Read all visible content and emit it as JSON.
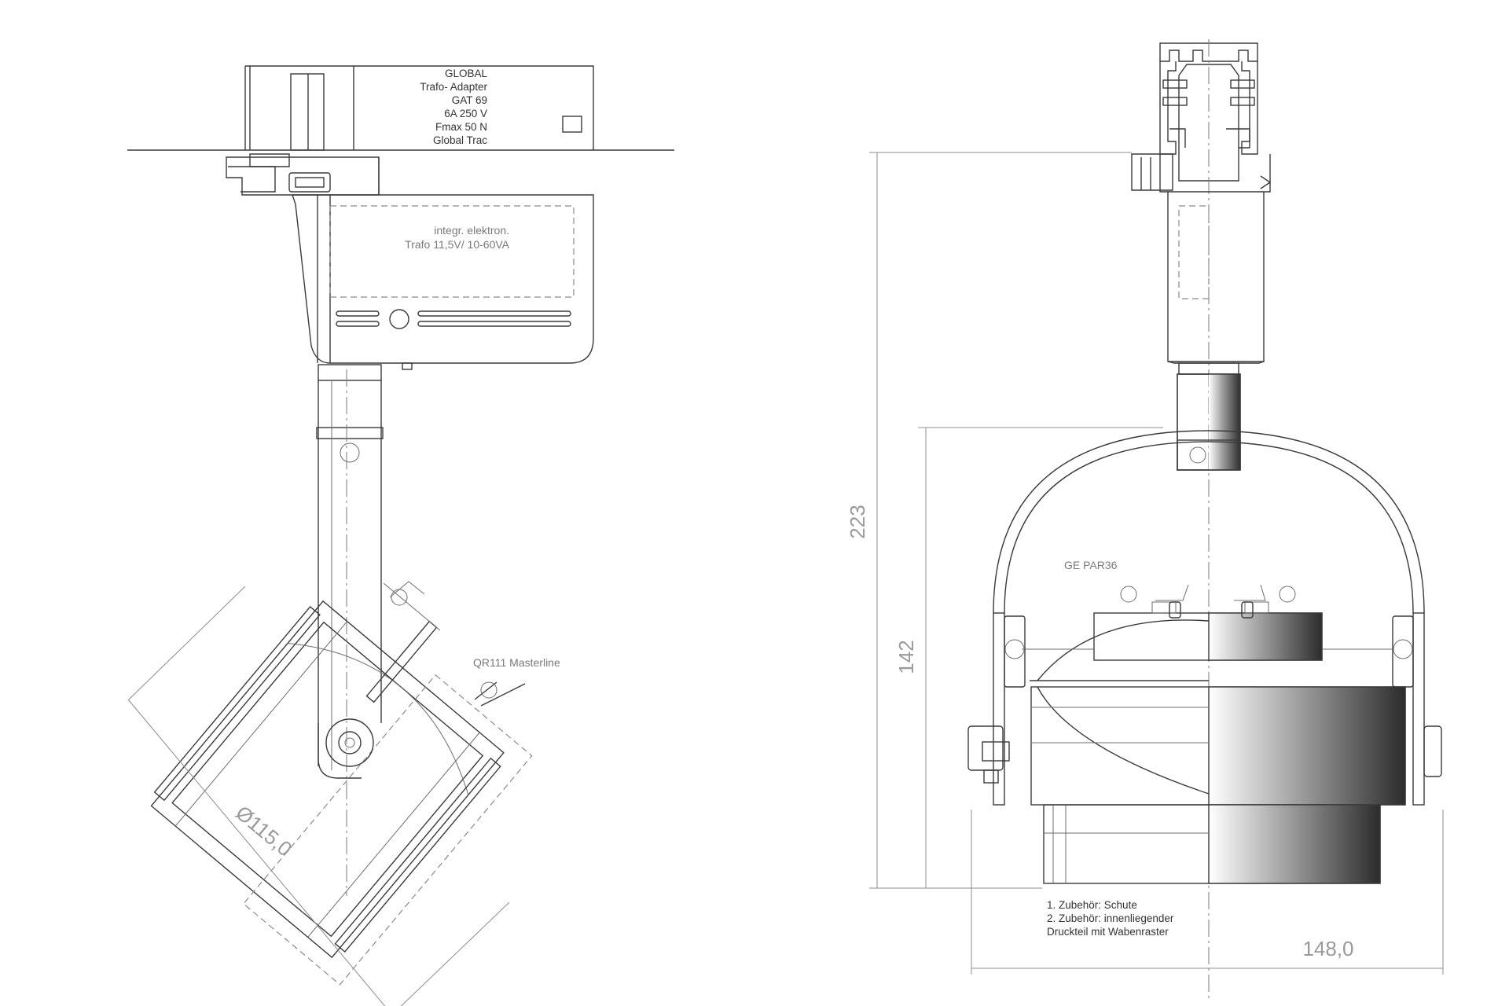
{
  "adapter_label": {
    "line1": "GLOBAL",
    "line2": "Trafo- Adapter",
    "line3": "GAT 69",
    "line4": "6A 250 V",
    "line5": "Fmax 50 N",
    "line6": "Global Trac"
  },
  "transformer_label": {
    "line1": "integr. elektron.",
    "line2": "Trafo 11,5V/ 10-60VA"
  },
  "lamp_left": "QR111  Masterline",
  "lamp_right": "GE PAR36",
  "dimensions": {
    "diameter": "Ø115,0",
    "height_total": "223",
    "height_head": "142",
    "width": "148,0"
  },
  "notes": {
    "line1": "1. Zubehör: Schute",
    "line2": "2. Zubehör: innenliegender",
    "line3": "Druckteil mit Wabenraster"
  },
  "colors": {
    "line": "#3a3a3a",
    "dimension": "#8c8c8c",
    "shade_dark": "#2c2c2c",
    "shade_light": "#ffffff"
  }
}
